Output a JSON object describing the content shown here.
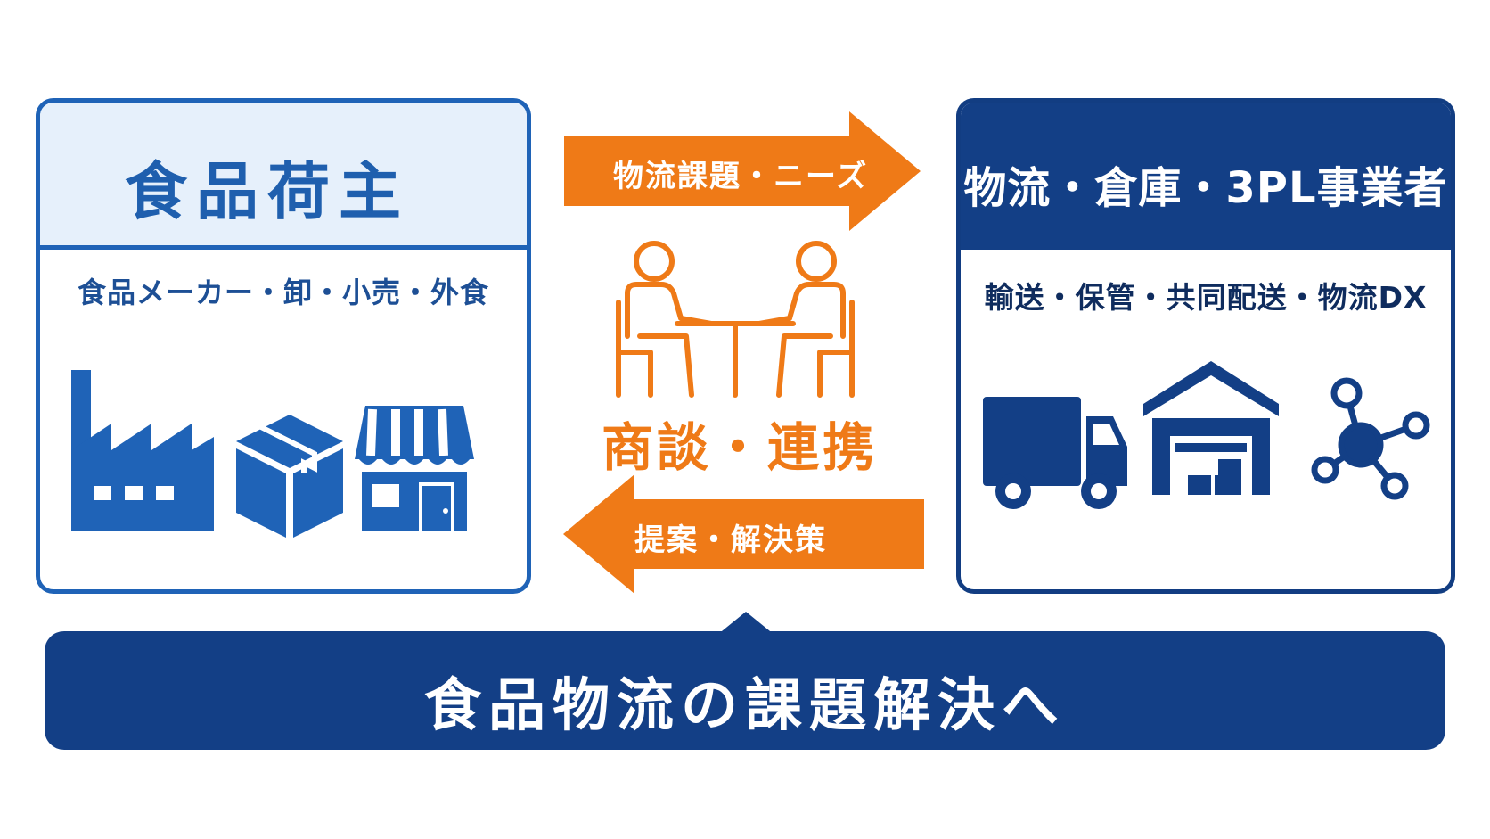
{
  "left_panel": {
    "title": "食品荷主",
    "subtitle": "食品メーカー・卸・小売・外食",
    "icons": [
      "factory-icon",
      "box-icon",
      "store-icon"
    ]
  },
  "right_panel": {
    "title": "物流・倉庫・3PL事業者",
    "subtitle": "輸送・保管・共同配送・物流DX",
    "icons": [
      "truck-icon",
      "warehouse-icon",
      "network-icon"
    ]
  },
  "center": {
    "arrow_right_label": "物流課題・ニーズ",
    "arrow_left_label": "提案・解決策",
    "title": "商談・連携",
    "icon": "meeting-icon"
  },
  "banner": {
    "text": "食品物流の課題解決へ"
  },
  "colors": {
    "blue": "#1f63b7",
    "navy": "#133f86",
    "light_blue": "#e6f0fb",
    "orange": "#ef7a17"
  }
}
